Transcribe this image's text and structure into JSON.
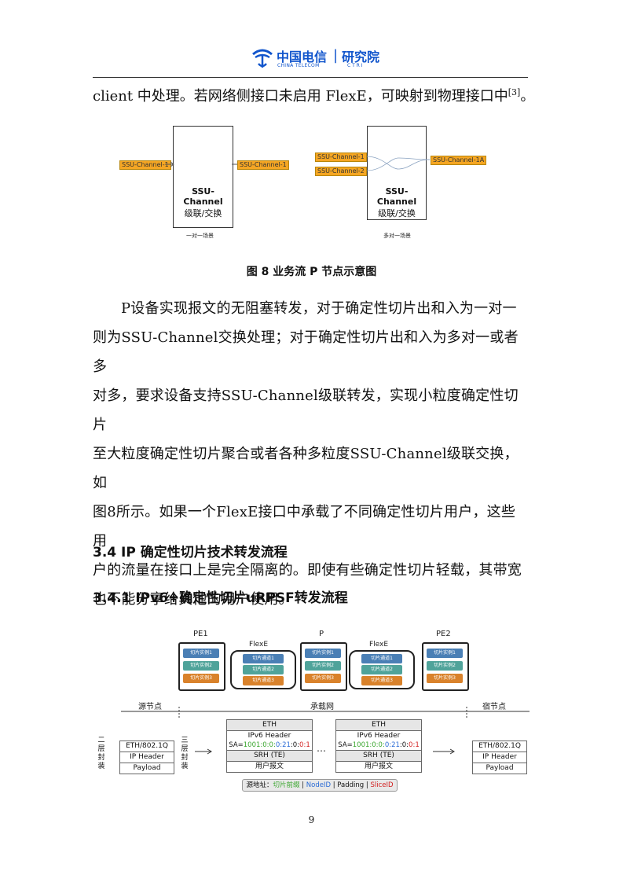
{
  "header": {
    "logo_cn": "中国电信",
    "logo_en": "CHINA TELECOM",
    "separator": "|",
    "institute_cn": "研究院",
    "institute_en": "C T R I"
  },
  "top_line": {
    "text": "client 中处理。若网络侧接口未启用 FlexE，可映射到物理接口中",
    "ref": "[3]",
    "end": "。"
  },
  "figure8": {
    "left": {
      "in_tag": "SSU-Channel-1",
      "out_tag": "SSU-Channel-1",
      "box_line1": "SSU-Channel",
      "box_line2": "级联/交换",
      "scenario": "一对一场景"
    },
    "right": {
      "in_tag1": "SSU-Channel-1",
      "in_tag2": "SSU-Channel-2",
      "out_tag": "SSU-Channel-1A",
      "box_line1": "SSU-Channel",
      "box_line2": "级联/交换",
      "scenario": "多对一场景"
    },
    "caption": "图 8  业务流 P 节点示意图"
  },
  "paragraph": [
    "P设备实现报文的无阻塞转发，对于确定性切片出和入为一对一",
    "则为SSU-Channel交换处理；对于确定性切片出和入为多对一或者多",
    "对多，要求设备支持SSU-Channel级联转发，实现小粒度确定性切片",
    "至大粒度确定性切片聚合或者各种多粒度SSU-Channel级联交换，如",
    "图8所示。如果一个FlexE接口中承载了不同确定性切片用户，这些用",
    "户的流量在接口上是完全隔离的。即使有些确定性切片轻载，其带宽",
    "也不能分享给其他的用户使用。"
  ],
  "section_3_4": "3.4 IP 确定性切片技术转发流程",
  "section_3_4_1": "3.4.1  IPv6+确定性切片uRPSF转发流程",
  "figure9": {
    "nodes": {
      "pe1": "PE1",
      "p": "P",
      "pe2": "PE2",
      "flexe1": "FlexE",
      "flexe2": "FlexE"
    },
    "pe1_slices": [
      "切片实例1",
      "切片实例2",
      "切片实例3"
    ],
    "flexe1_channels": [
      "切片通道1",
      "切片通道2",
      "切片通道3"
    ],
    "p_slices": [
      "切片实例1",
      "切片实例2",
      "切片实例3"
    ],
    "flexe2_channels": [
      "切片通道1",
      "切片通道2",
      "切片通道3"
    ],
    "pe2_slices": [
      "切片实例1",
      "切片实例2",
      "切片实例3"
    ],
    "regions": {
      "source": "源节点",
      "bearer": "承载网",
      "dest": "宿节点"
    },
    "layer2_label": [
      "二",
      "层",
      "封",
      "装"
    ],
    "layer3_label": [
      "三",
      "层",
      "封",
      "装"
    ],
    "src_stack": [
      "ETH/802.1Q",
      "IP Header",
      "Payload"
    ],
    "dst_stack": [
      "ETH/802.1Q",
      "IP Header",
      "Payload"
    ],
    "mid_stack": {
      "eth": "ETH",
      "ipv6": "IPv6 Header",
      "sa_prefix": "SA=",
      "sa_part1": "1001:0:0:",
      "sa_part2": "0:21",
      "sa_part3": ":0:",
      "sa_part4": "0:1",
      "srh": "SRH (TE)",
      "user": "用户报文"
    },
    "ellipsis": "…",
    "legend": {
      "prefix": "源地址：",
      "slice_prefix": "切片前缀",
      "sep": " | ",
      "nodeid": "NodeID",
      "padding": "Padding",
      "sliceid": "SliceID"
    }
  },
  "page_number": "9",
  "colors": {
    "tag_orange": "#f5a623",
    "slice_blue": "#4a7fb5",
    "slice_teal": "#4fa39a",
    "slice_orange": "#d9822b",
    "green": "#3aa62e",
    "blue": "#2b6cd6",
    "red": "#d32020",
    "logo_blue": "#1155cc"
  }
}
